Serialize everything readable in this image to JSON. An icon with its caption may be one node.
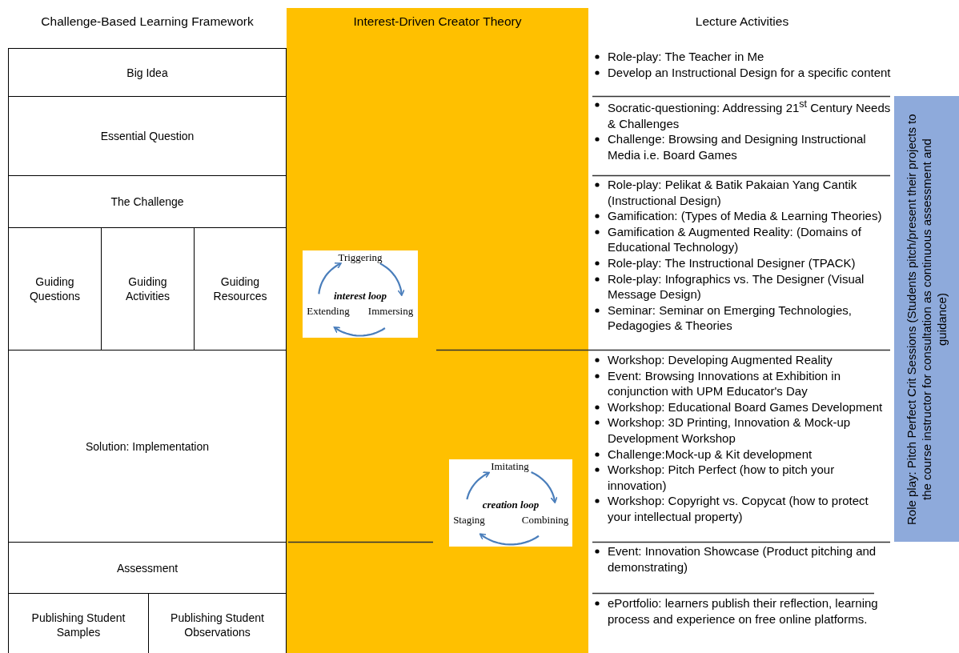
{
  "diagram": {
    "nodes": [
      {
        "text": [
          "Big Idea"
        ]
      },
      {
        "text": [
          "Essential Question"
        ]
      },
      {
        "text": [
          "The Challenge"
        ]
      },
      {
        "text": [
          "Guiding Questions"
        ]
      },
      {
        "text": [
          "Guiding Activities"
        ]
      },
      {
        "text": [
          "Guiding Resources"
        ]
      },
      {
        "text": [
          "Solution: Implementation"
        ]
      },
      {
        "text": [
          "Assessment"
        ]
      },
      {
        "text": [
          "Publishing Student Samples"
        ]
      },
      {
        "text": [
          "Publishing Student Observations"
        ]
      },
      {
        "text": [
          "Interest-Driven Creator Theory"
        ]
      },
      {
        "text": [
          "interest loop"
        ],
        "in": 10
      },
      {
        "text": [
          "Triggering"
        ],
        "in": 11
      },
      {
        "text": [
          "Immersing"
        ],
        "in": 11
      },
      {
        "text": [
          "Extending"
        ],
        "in": 11
      },
      {
        "text": [
          "creation loop"
        ],
        "in": 10
      },
      {
        "text": [
          "Imitating"
        ],
        "in": 15
      },
      {
        "text": [
          "Combining"
        ],
        "in": 15
      },
      {
        "text": [
          "Staging"
        ],
        "in": 15
      },
      {
        "text": [
          "Role play: Pitch Perfect Crit Sessions (Students pitch/present their projects to the course instructor for consultation as continuous assessment and guidance)"
        ]
      }
    ],
    "edges": [
      {
        "from": 12,
        "to": 13,
        "arrow": "to"
      },
      {
        "from": 13,
        "to": 14,
        "arrow": "to"
      },
      {
        "from": 14,
        "to": 12,
        "arrow": "to"
      },
      {
        "from": 16,
        "to": 17,
        "arrow": "to"
      },
      {
        "from": 17,
        "to": 18,
        "arrow": "to"
      },
      {
        "from": 18,
        "to": 16,
        "arrow": "to"
      }
    ],
    "labels": [
      "Challenge-Based Learning Framework",
      "Lecture Activities",
      "Role-play: The Teacher in Me",
      "Develop an Instructional Design for a specific content",
      "Socratic-questioning: Addressing 21$^{st}$ Century Needs & Challenges",
      "Challenge: Browsing and Designing Instructional Media i.e. Board Games",
      "Role-play: Pelikat & Batik Pakaian Yang Cantik (Instructional Design)",
      "Gamification: (Types of Media & Learning Theories)",
      "Gamification & Augmented Reality: (Domains of Educational Technology)",
      "Role-play: The Instructional Designer (TPACK)",
      "Role-play: Infographics vs. The Designer (Visual Message Design)",
      "Seminar: Seminar on Emerging Technologies, Pedagogies & Theories",
      "Workshop: Developing Augmented Reality",
      "Event: Browsing Innovations at Exhibition in conjunction with UPM Educator's Day",
      "Workshop: Educational Board Games Development",
      "Workshop: 3D Printing, Innovation & Mock-up Development Workshop",
      "Challenge:Mock-up & Kit development",
      "Workshop: Pitch Perfect (how to pitch your innovation)",
      "Workshop: Copyright vs. Copycat (how to protect your intellectual property)",
      "Event: Innovation Showcase (Product pitching and demonstrating)",
      "ePortfolio: learners publish their reflection, learning process and experience on free online platforms."
    ]
  }
}
